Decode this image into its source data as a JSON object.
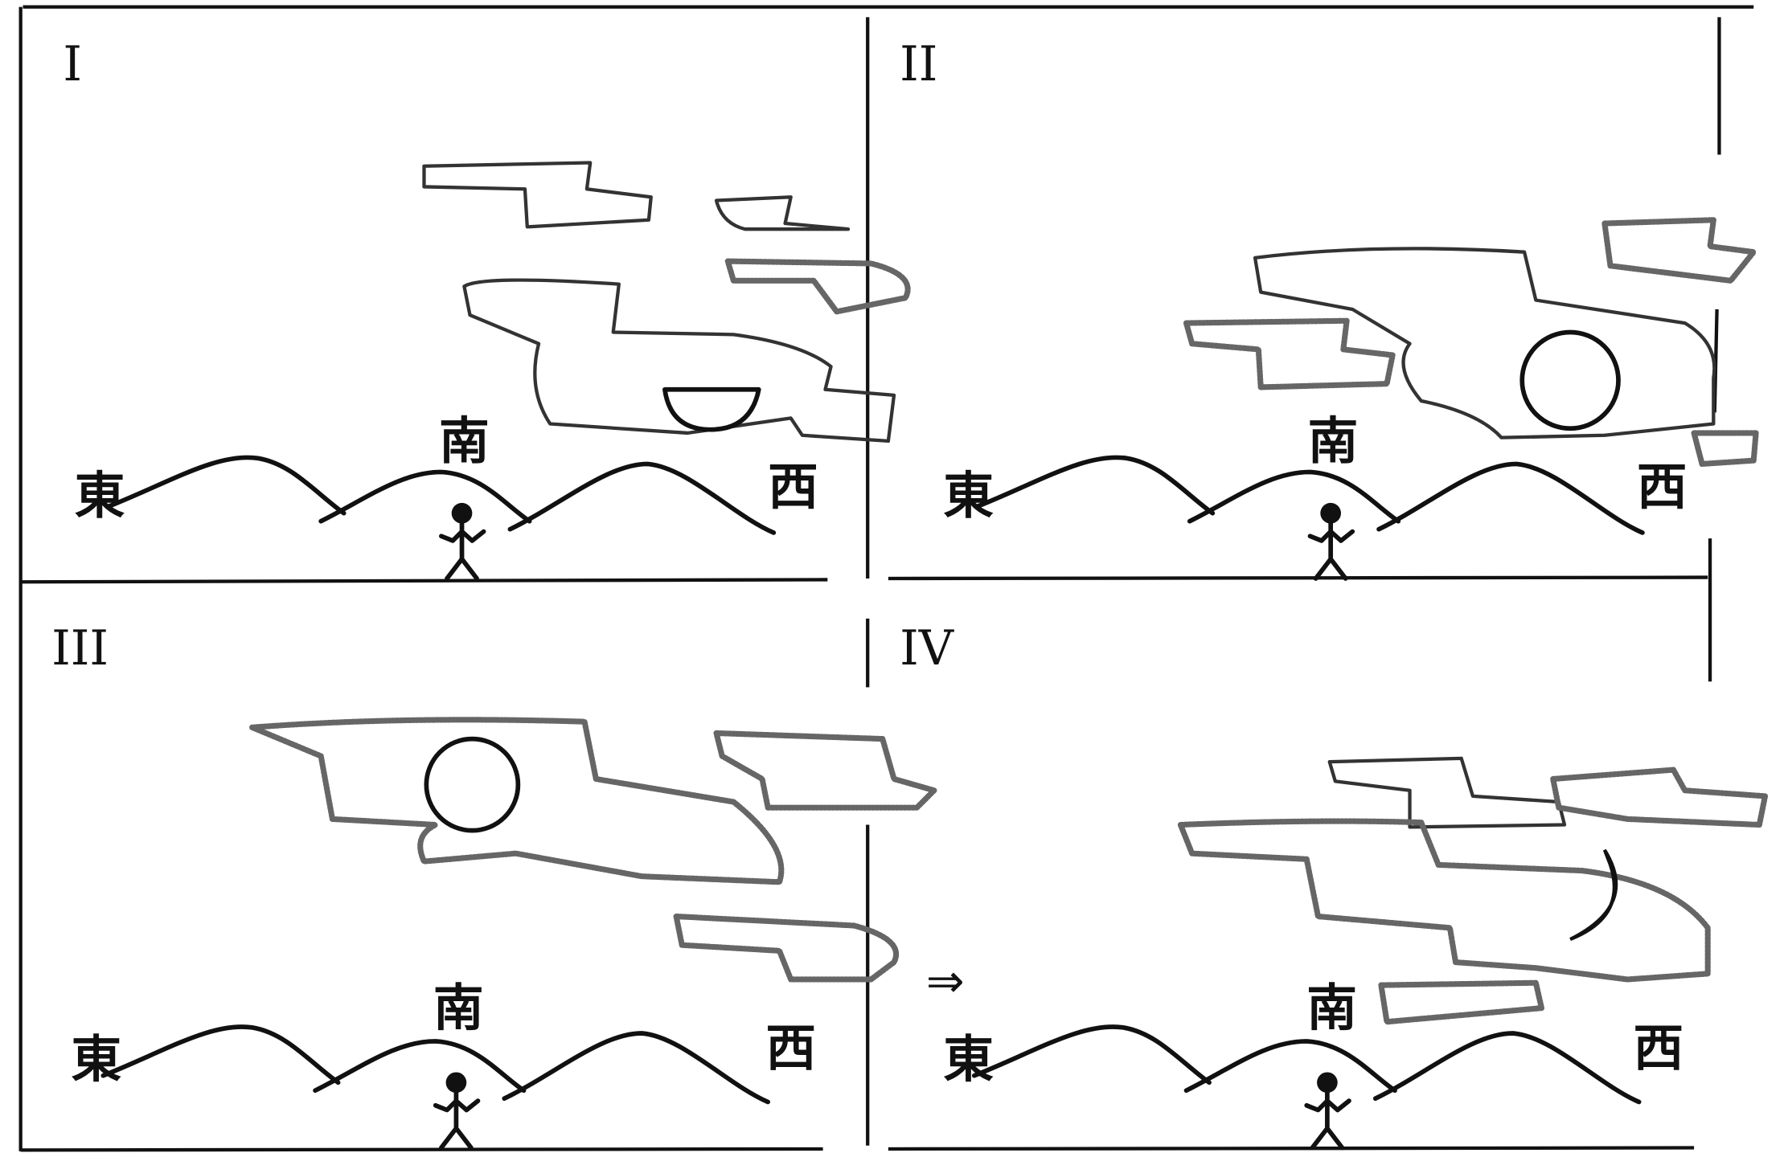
{
  "panels": [
    {
      "label": "I",
      "moon": "half-moon"
    },
    {
      "label": "II",
      "moon": "full-moon"
    },
    {
      "label": "III",
      "moon": "full-moon"
    },
    {
      "label": "IV",
      "moon": "crescent-moon"
    }
  ],
  "directions": {
    "east": "東",
    "south": "南",
    "west": "西"
  },
  "arrow": "⇒"
}
